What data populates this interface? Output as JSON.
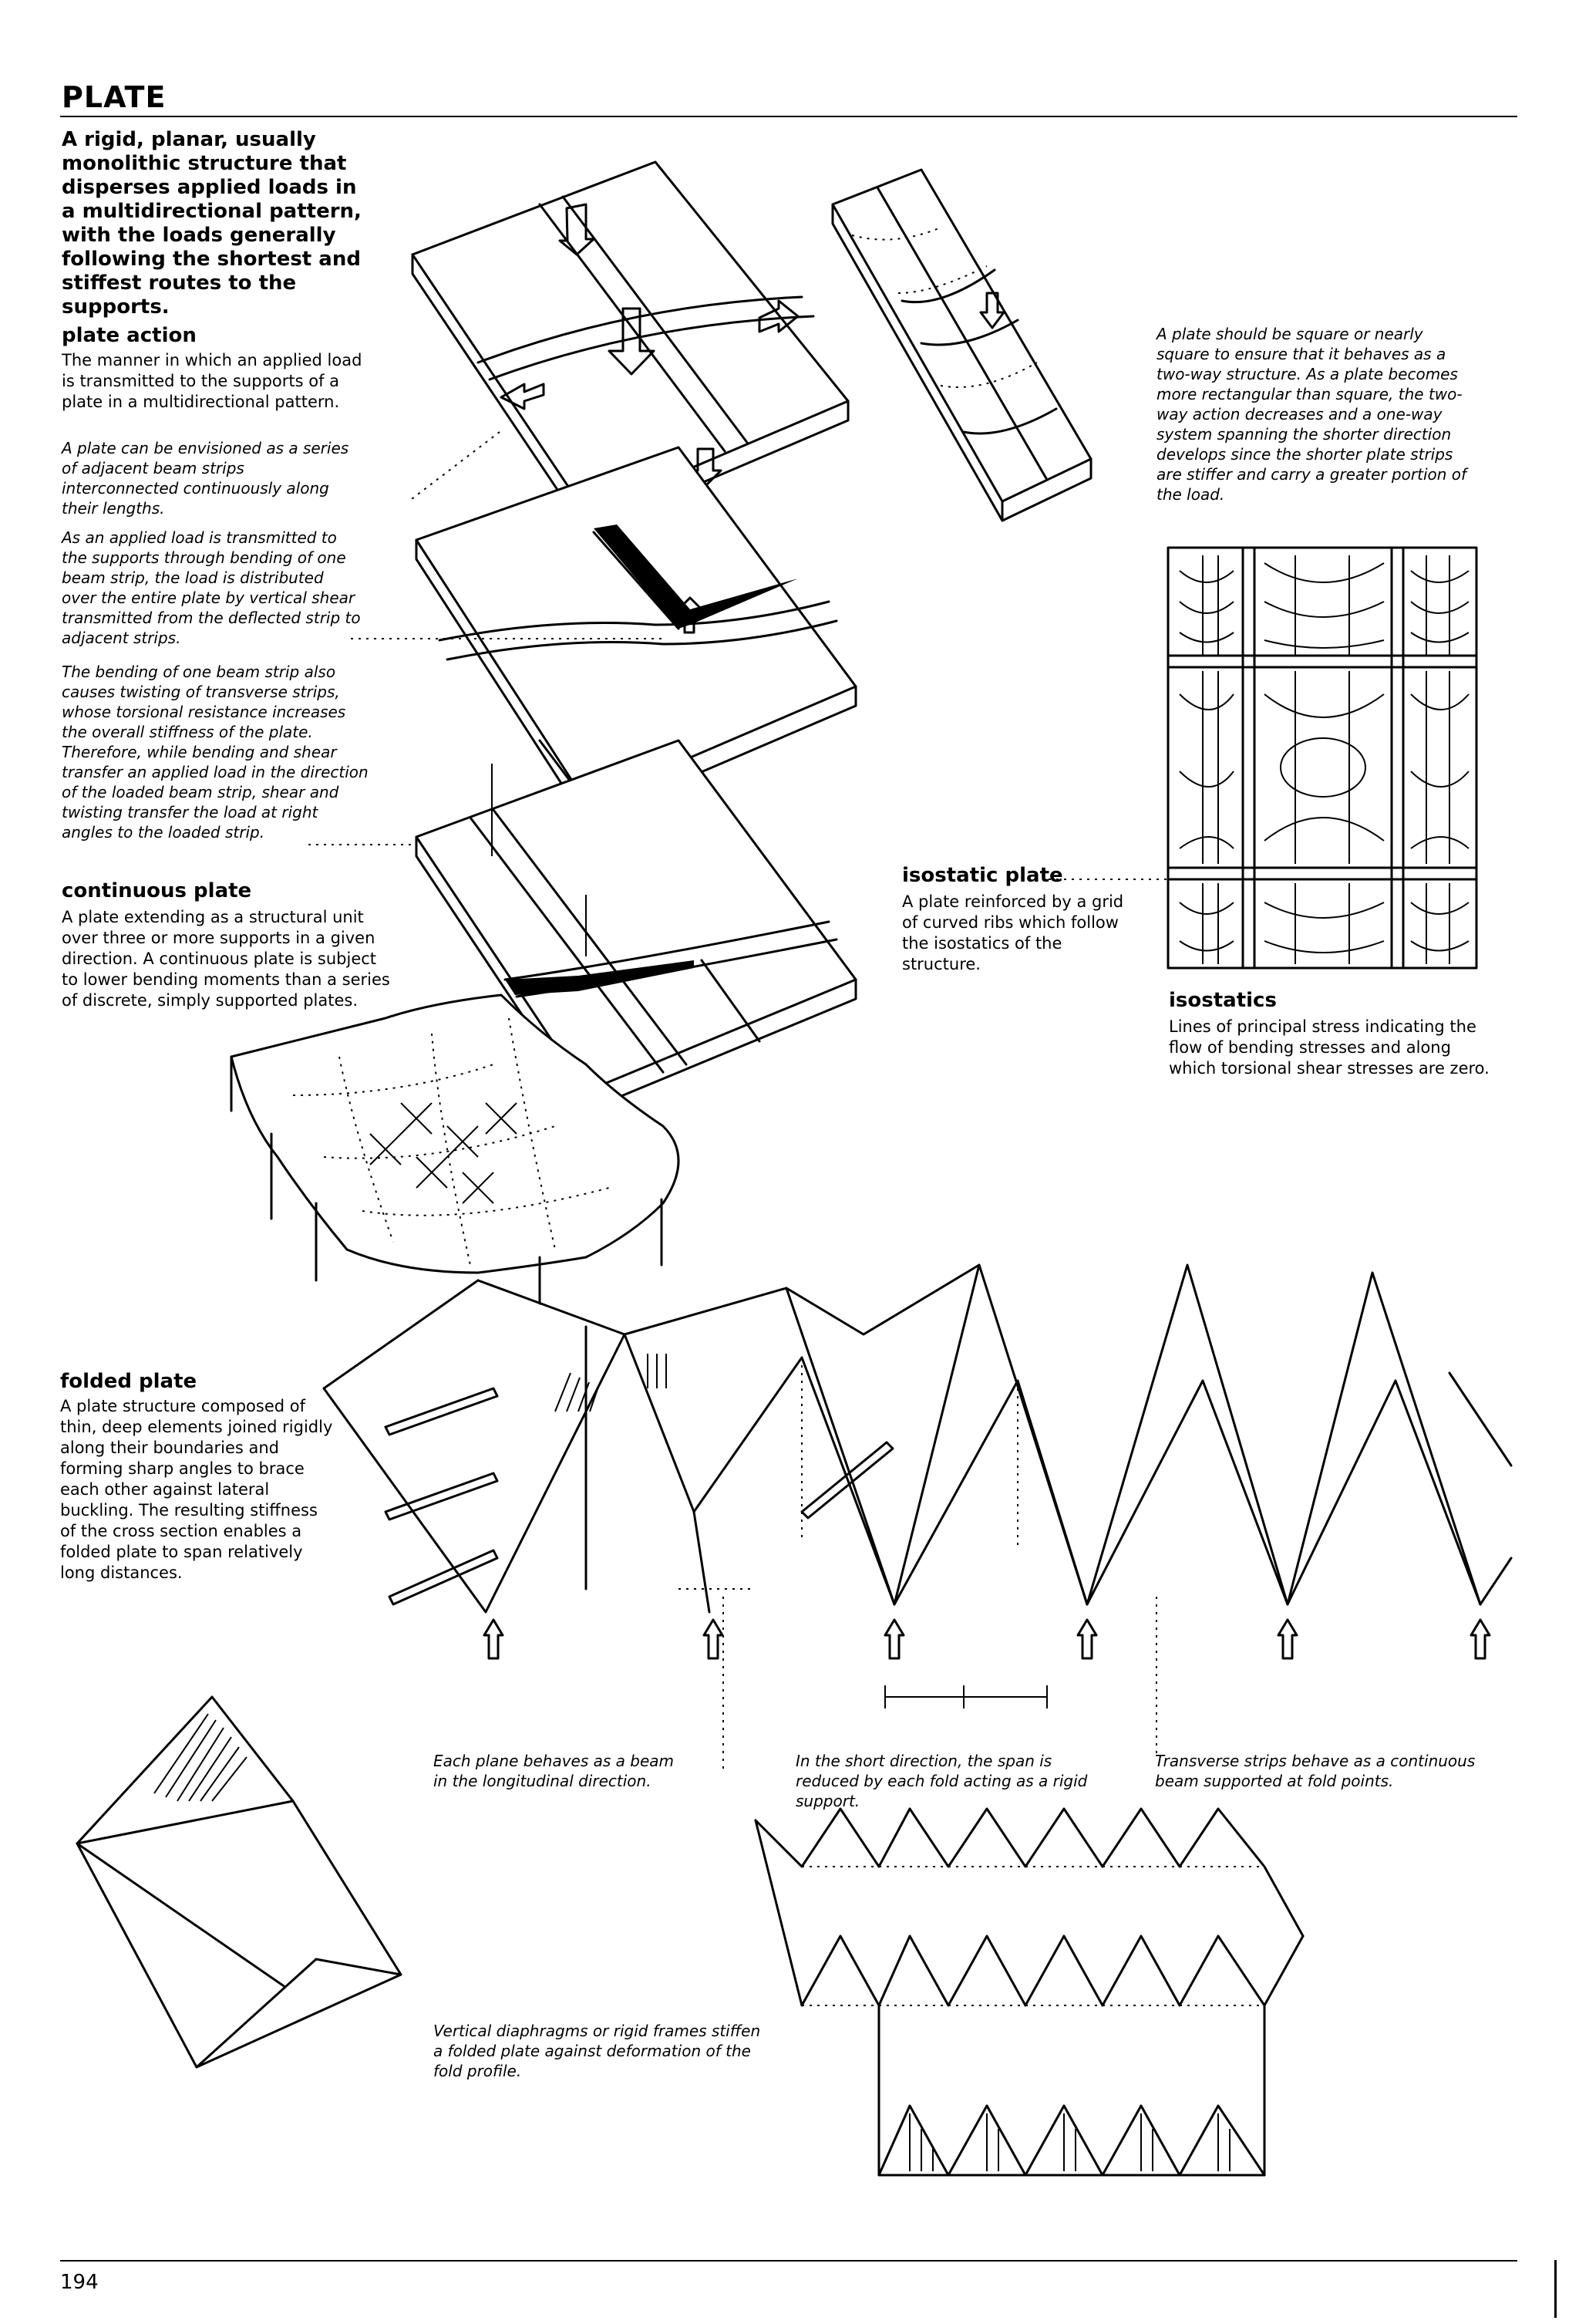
{
  "page": {
    "title": "PLATE",
    "page_number": "194"
  },
  "intro": {
    "text": "A rigid, planar, usually monolithic structure that disperses applied loads in a multidirectional pattern, with the loads generally following the shortest and stiffest routes to the supports."
  },
  "plate_action": {
    "term": "plate action",
    "definition": "The manner in which an applied load is transmitted to the supports of a plate in a multidirectional pattern.",
    "note_1": "A plate can be envisioned as a series of adjacent beam strips interconnected continuously along their lengths.",
    "note_2": "As an applied load is transmitted to the supports through bending of one beam strip, the load is distributed over the entire plate by vertical shear transmitted from the deflected strip to adjacent strips.",
    "note_3": "The bending of one beam strip also causes twisting of transverse strips, whose torsional resistance increases the overall stiffness of the plate. Therefore, while bending and shear transfer an applied load in the direction of the loaded beam strip, shear and twisting transfer the load at right angles to the loaded strip."
  },
  "square_note": "A plate should be square or nearly square to ensure that it behaves as a two-way structure. As a plate becomes more rectangular than square, the two-way action decreases and a one-way system spanning the shorter direction develops since the shorter plate strips are stiffer and carry a greater portion of the load.",
  "continuous_plate": {
    "term": "continuous plate",
    "definition": "A plate extending as a structural unit over three or more supports in a given direction. A continuous plate is subject to lower bending moments than a series of discrete, simply supported plates."
  },
  "isostatic_plate": {
    "term": "isostatic plate",
    "definition": "A plate reinforced by a grid of curved ribs which follow the isostatics of the structure."
  },
  "isostatics": {
    "term": "isostatics",
    "definition": "Lines of principal stress indicating the flow of bending stresses and along which torsional shear stresses are zero."
  },
  "folded_plate": {
    "term": "folded plate",
    "definition": "A plate structure composed of thin, deep elements joined rigidly along their boundaries and forming sharp angles to brace each other against lateral buckling. The resulting stiffness of the cross section enables a folded plate to span relatively long distances."
  },
  "captions": {
    "beam_longitudinal": "Each plane behaves as a beam in the longitudinal direction.",
    "short_direction": "In the short direction, the span is reduced by each fold acting as a rigid support.",
    "transverse_strips": "Transverse strips behave as a continuous beam supported at fold points.",
    "diaphragms": "Vertical diaphragms or rigid frames stiffen a folded plate against deformation of the fold profile."
  }
}
